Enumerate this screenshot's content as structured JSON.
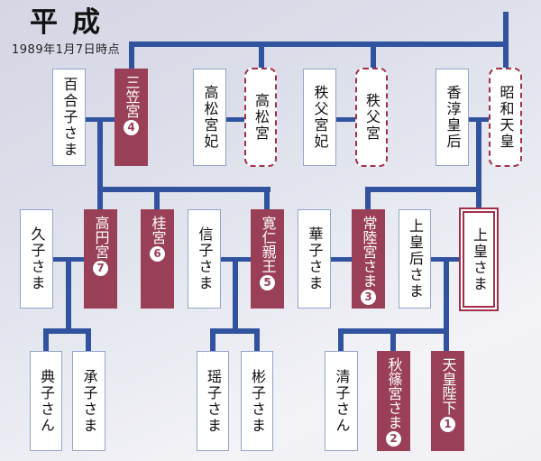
{
  "era": {
    "title": "平成",
    "date_note": "1989年1月7日時点"
  },
  "people": [
    {
      "label": "百合子さま",
      "status": "member"
    },
    {
      "label": "三笠宮",
      "badge": "4",
      "status": "succession"
    },
    {
      "label": "高松宮妃",
      "status": "member"
    },
    {
      "label": "高松宮",
      "status": "deceased"
    },
    {
      "label": "秩父宮妃",
      "status": "member"
    },
    {
      "label": "秩父宮",
      "status": "deceased"
    },
    {
      "label": "香淳皇后",
      "status": "member"
    },
    {
      "label": "昭和天皇",
      "status": "deceased"
    },
    {
      "label": "久子さま",
      "status": "member"
    },
    {
      "label": "高円宮",
      "badge": "7",
      "status": "succession"
    },
    {
      "label": "桂宮",
      "badge": "6",
      "status": "succession"
    },
    {
      "label": "信子さま",
      "status": "member"
    },
    {
      "label": "寛仁親王",
      "badge": "5",
      "status": "succession"
    },
    {
      "label": "華子さま",
      "status": "member"
    },
    {
      "label": "常陸宮さま",
      "badge": "3",
      "status": "succession"
    },
    {
      "label": "上皇后さま",
      "status": "member"
    },
    {
      "label": "上皇さま",
      "status": "emphasized"
    },
    {
      "label": "典子さん",
      "status": "member"
    },
    {
      "label": "承子さま",
      "status": "member"
    },
    {
      "label": "瑶子さま",
      "status": "member"
    },
    {
      "label": "彬子さま",
      "status": "member"
    },
    {
      "label": "清子さん",
      "status": "member"
    },
    {
      "label": "秋篠宮さま",
      "badge": "2",
      "status": "succession"
    },
    {
      "label": "天皇陛下",
      "badge": "1",
      "status": "succession"
    }
  ],
  "colors": {
    "line": "#31539f",
    "succession_fill": "#9a3f58",
    "deceased_border": "#a03049",
    "member_border": "#93a5cc"
  }
}
